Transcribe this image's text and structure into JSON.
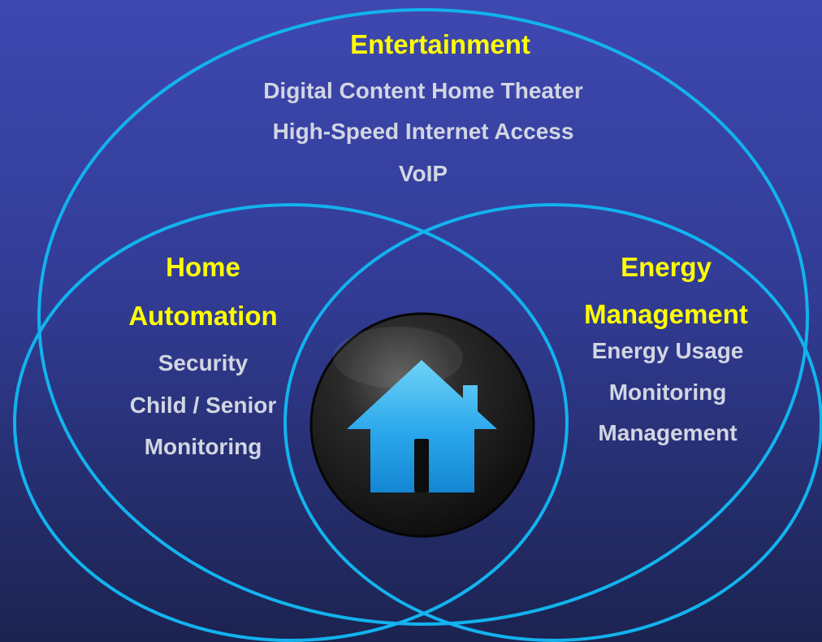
{
  "colors": {
    "background_top": "#3e48b0",
    "background_bottom": "#1c2350",
    "circle_stroke": "#12b3ee",
    "title_text": "#ffff00",
    "item_text": "#d2d6e2",
    "house_fill": "#2aa7ec",
    "badge_fill": "#151515"
  },
  "diagram": {
    "entertainment": {
      "title": "Entertainment",
      "items": [
        "Digital Content  Home Theater",
        "High-Speed Internet  Access",
        "VoIP"
      ]
    },
    "home_automation": {
      "title_lines": [
        "Home",
        "Automation"
      ],
      "items": [
        "Security",
        "Child / Senior",
        "Monitoring"
      ]
    },
    "energy_management": {
      "title_lines": [
        "Energy",
        "Management"
      ],
      "items": [
        "Energy Usage",
        "Monitoring",
        "Management"
      ]
    },
    "center_icon": "home-icon"
  }
}
